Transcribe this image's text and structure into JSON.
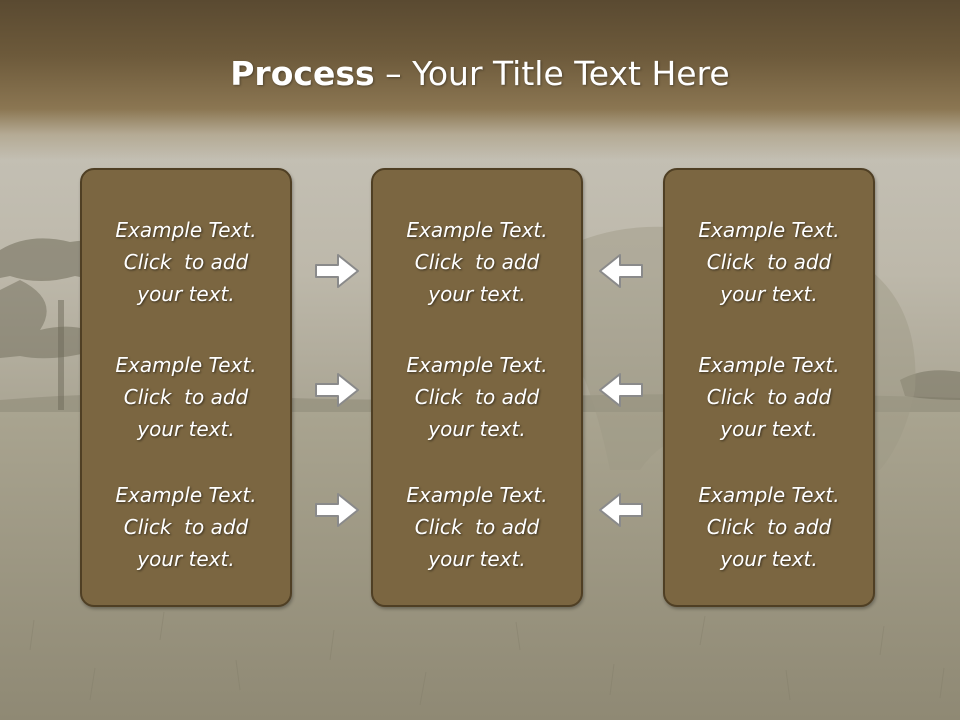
{
  "title": {
    "bold": "Process",
    "rest": " – Your Title Text Here"
  },
  "panels": [
    {
      "blocks": [
        {
          "line1": "Example Text.",
          "line2": "Click  to add",
          "line3": "your text."
        },
        {
          "line1": "Example Text.",
          "line2": "Click  to add",
          "line3": "your text."
        },
        {
          "line1": "Example Text.",
          "line2": "Click  to add",
          "line3": "your text."
        }
      ]
    },
    {
      "blocks": [
        {
          "line1": "Example Text.",
          "line2": "Click  to add",
          "line3": "your text."
        },
        {
          "line1": "Example Text.",
          "line2": "Click  to add",
          "line3": "your text."
        },
        {
          "line1": "Example Text.",
          "line2": "Click  to add",
          "line3": "your text."
        }
      ]
    },
    {
      "blocks": [
        {
          "line1": "Example Text.",
          "line2": "Click  to add",
          "line3": "your text."
        },
        {
          "line1": "Example Text.",
          "line2": "Click  to add",
          "line3": "your text."
        },
        {
          "line1": "Example Text.",
          "line2": "Click  to add",
          "line3": "your text."
        }
      ]
    }
  ],
  "icons": {
    "arrow_right": "arrow-right-icon",
    "arrow_left": "arrow-left-icon"
  },
  "colors": {
    "panel_fill": "#7b6641",
    "panel_border": "#4f3f24",
    "header_band": "#6d5a3b",
    "text": "#ffffff"
  }
}
